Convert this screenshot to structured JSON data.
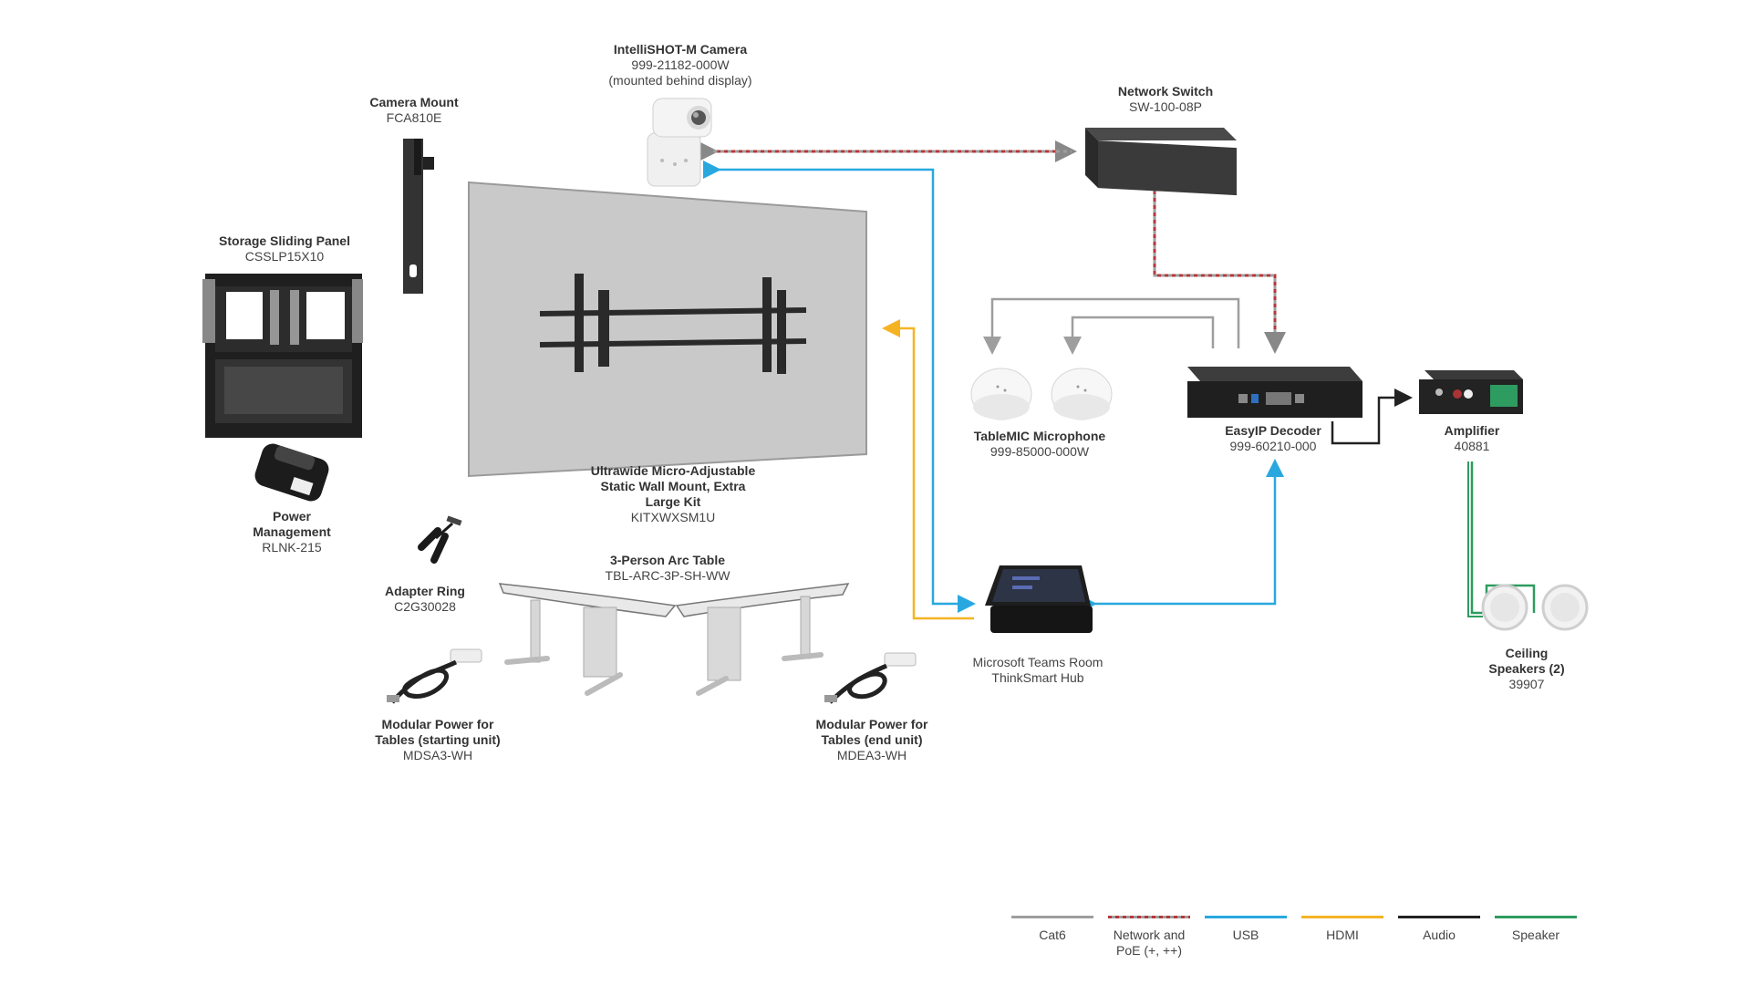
{
  "devices": {
    "camera": {
      "name": "IntelliSHOT-M Camera",
      "part": "999-21182-000W",
      "note": "(mounted behind display)"
    },
    "camera_mount": {
      "name": "Camera Mount",
      "part": "FCA810E"
    },
    "network_switch": {
      "name": "Network Switch",
      "part": "SW-100-08P"
    },
    "storage_panel": {
      "name": "Storage Sliding Panel",
      "part": "CSSLP15X10"
    },
    "power_management": {
      "name_line1": "Power",
      "name_line2": "Management",
      "part": "RLNK-215"
    },
    "wall_mount": {
      "name_line1": "Ultrawide Micro-Adjustable",
      "name_line2": "Static Wall Mount, Extra",
      "name_line3": "Large Kit",
      "part": "KITXWXSM1U"
    },
    "tablemic": {
      "name": "TableMIC Microphone",
      "part": "999-85000-000W"
    },
    "decoder": {
      "name": "EasyIP Decoder",
      "part": "999-60210-000"
    },
    "amplifier": {
      "name": "Amplifier",
      "part": "40881"
    },
    "adapter_ring": {
      "name": "Adapter Ring",
      "part": "C2G30028"
    },
    "arc_table": {
      "name": "3-Person Arc Table",
      "part": "TBL-ARC-3P-SH-WW"
    },
    "teams_hub": {
      "name_line1": "Microsoft Teams Room",
      "name_line2": "ThinkSmart Hub"
    },
    "ceiling_speakers": {
      "name_line1": "Ceiling",
      "name_line2": "Speakers (2)",
      "part": "39907"
    },
    "modular_power_start": {
      "name_line1": "Modular Power for",
      "name_line2": "Tables (starting unit)",
      "part": "MDSA3-WH"
    },
    "modular_power_end": {
      "name_line1": "Modular Power for",
      "name_line2": "Tables (end unit)",
      "part": "MDEA3-WH"
    }
  },
  "legend": [
    {
      "label_line1": "Cat6",
      "label_line2": "",
      "color": "#9e9e9e"
    },
    {
      "label_line1": "Network and",
      "label_line2": "PoE (+, ++)",
      "color": "#b5373a"
    },
    {
      "label_line1": "USB",
      "label_line2": "",
      "color": "#29a8e0"
    },
    {
      "label_line1": "HDMI",
      "label_line2": "",
      "color": "#f5b324"
    },
    {
      "label_line1": "Audio",
      "label_line2": "",
      "color": "#222222"
    },
    {
      "label_line1": "Speaker",
      "label_line2": "",
      "color": "#2e9b60"
    }
  ]
}
